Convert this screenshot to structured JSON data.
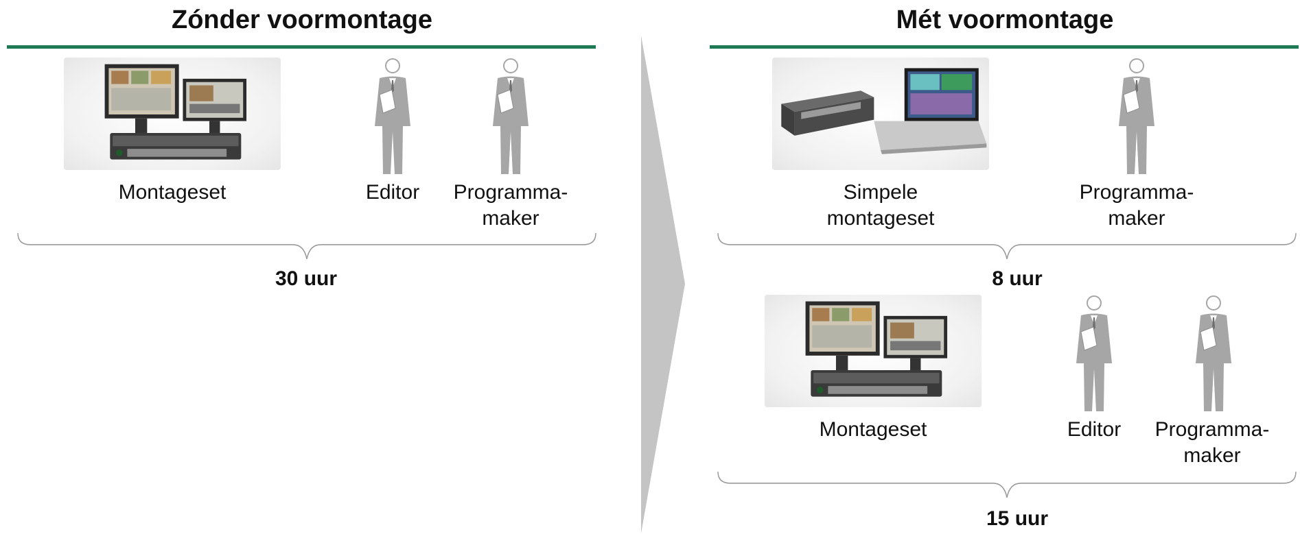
{
  "left": {
    "title": "Zónder voormontage",
    "items": {
      "device": "Montageset",
      "editor": "Editor",
      "maker": [
        "Programma-",
        "maker"
      ]
    },
    "total": "30 uur"
  },
  "right": {
    "title": "Mét voormontage",
    "step1": {
      "device": [
        "Simpele",
        "montageset"
      ],
      "maker": [
        "Programma-",
        "maker"
      ],
      "total": "8 uur"
    },
    "step2": {
      "device": "Montageset",
      "editor": "Editor",
      "maker": [
        "Programma-",
        "maker"
      ],
      "total": "15 uur"
    }
  },
  "colors": {
    "accent": "#1e7a55",
    "figure": "#a6a6a6",
    "arrow": "#c4c4c4"
  },
  "icons": [
    "editing-workstation-icon",
    "laptop-rack-icon",
    "person-icon",
    "chevron-arrow-icon"
  ]
}
